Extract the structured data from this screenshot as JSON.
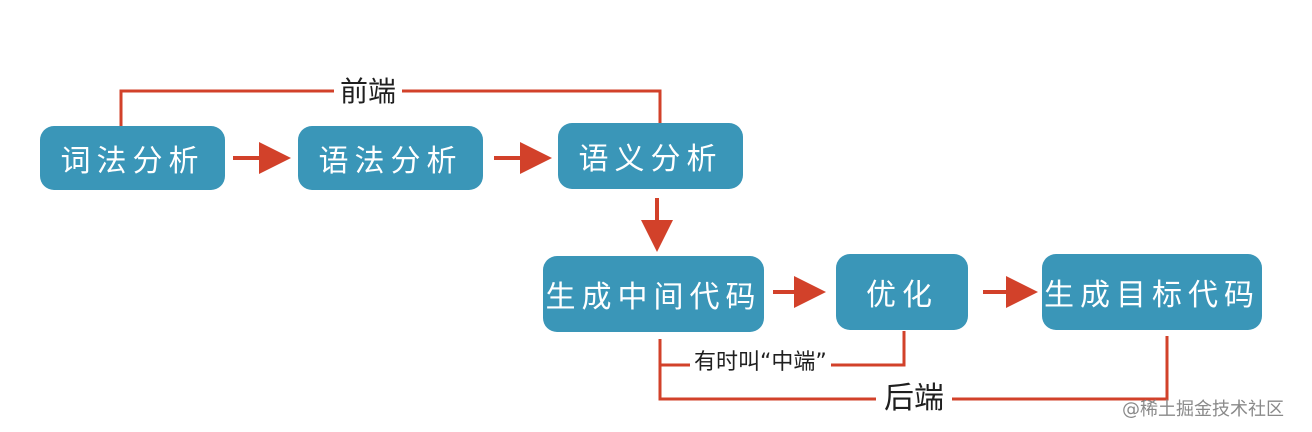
{
  "nodes": {
    "lexical": "词法分析",
    "syntax": "语法分析",
    "semantic": "语义分析",
    "ir": "生成中间代码",
    "optimize": "优化",
    "target": "生成目标代码"
  },
  "groups": {
    "frontend": "前端",
    "middle": "有时叫“中端”",
    "backend": "后端"
  },
  "watermark": "@稀土掘金技术社区",
  "colors": {
    "box": "#3a96b8",
    "arrow": "#d2412a",
    "bracket": "#d2412a",
    "text_on_box": "#ffffff"
  }
}
